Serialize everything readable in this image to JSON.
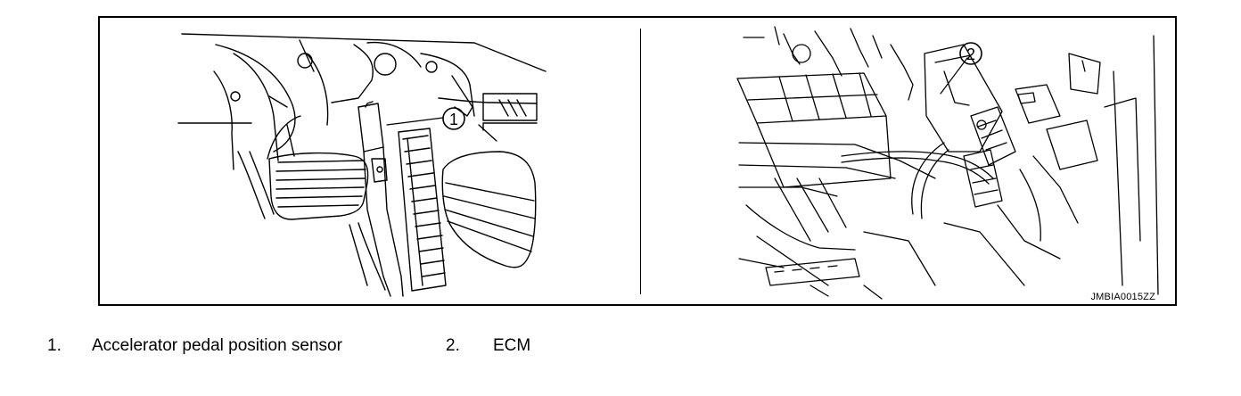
{
  "figure": {
    "id": "JMBIA0015ZZ",
    "callouts": [
      "1",
      "2"
    ]
  },
  "legend": [
    {
      "num": "1.",
      "label": "Accelerator pedal position sensor"
    },
    {
      "num": "2.",
      "label": "ECM"
    }
  ]
}
